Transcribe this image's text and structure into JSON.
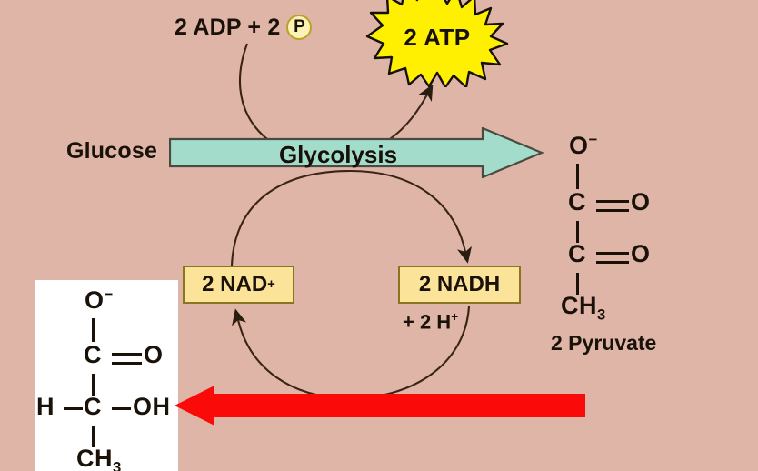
{
  "diagram": {
    "title": "Glycolysis and lactic acid fermentation",
    "background_color": "#dfb5a8"
  },
  "inputs": {
    "adp_text": "2 ADP + 2",
    "phosphate_symbol": "P",
    "glucose_label": "Glucose"
  },
  "energy": {
    "atp_label": "2 ATP",
    "star_color": "#ffef00",
    "star_outline": "#161008"
  },
  "pathway": {
    "arrow_label": "Glycolysis",
    "arrow_color": "#a3dccb",
    "arrow_outline": "#4a4a42"
  },
  "cofactors": {
    "nad_label": "2 NAD",
    "nad_charge": "+",
    "nadh_label": "2 NADH",
    "proton_label": "+ 2 H",
    "proton_charge": "+",
    "box_fill": "#fbe49a",
    "box_border": "#8a7321"
  },
  "pyruvate": {
    "name": "2 Pyruvate",
    "atoms": {
      "o_minus": "O",
      "o_minus_charge": "−",
      "c1": "C",
      "o1": "O",
      "c2": "C",
      "o2": "O",
      "ch3": "CH",
      "ch3_sub": "3"
    }
  },
  "lactate": {
    "atoms": {
      "o_minus": "O",
      "o_minus_charge": "−",
      "c1": "C",
      "o1": "O",
      "h": "H",
      "c2": "C",
      "oh": "OH",
      "ch3": "CH",
      "ch3_sub": "3"
    },
    "panel_color": "#ffffff"
  },
  "fermentation": {
    "arrow_color": "#fb0a0a",
    "direction": "right-to-left"
  }
}
